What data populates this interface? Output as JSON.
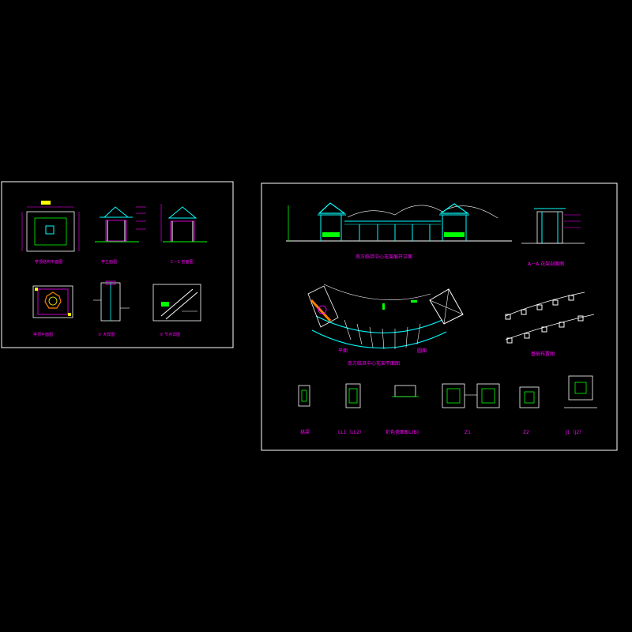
{
  "colors": {
    "background": "#000000",
    "frame": "#ffffff",
    "cyan": "#00ffff",
    "magenta": "#ff00ff",
    "yellow": "#ffff00",
    "green": "#00ff00",
    "white": "#ffffff",
    "red": "#ff3030",
    "orange": "#ff8000",
    "blue": "#6060ff"
  },
  "left_sheet": {
    "title_pavilion_plan": "亭顶结构平面图",
    "title_pavilion_front": "亭立面图",
    "title_section_cc": "C－C 剖面图",
    "title_roof_plan": "亭顶平面图",
    "title_detail_1": "① 大样图",
    "title_detail_2": "② 节点详图"
  },
  "right_sheet": {
    "elevation_title": "南方临旦中心花架展开立面",
    "section_aa_title": "A－A 花架剖面图",
    "plan_title": "南方临旦中心花架平面图",
    "foundation_title": "基础布置图",
    "plan_label_left": "平面",
    "plan_label_right": "圆面",
    "details": {
      "d1": "挑梁",
      "d2": "LL1（LL2）",
      "d3": "彩色瓷面板L(B)",
      "d4": "Z1",
      "d5": "Z2",
      "d6": "J1（J2）"
    }
  }
}
